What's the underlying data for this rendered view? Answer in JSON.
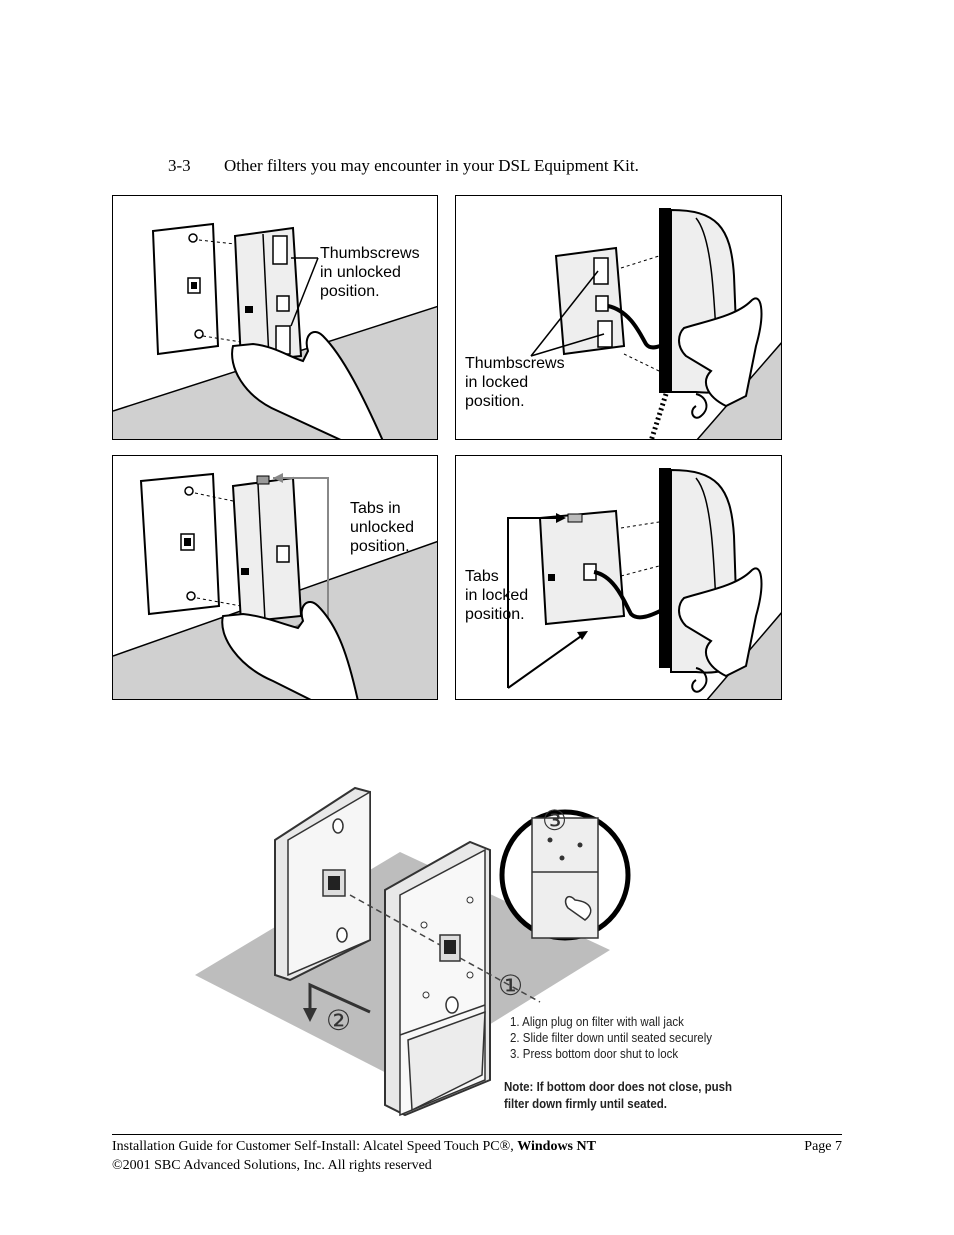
{
  "heading": {
    "number": "3-3",
    "text": "Other filters you may encounter in your DSL Equipment Kit."
  },
  "panels": [
    {
      "caption": "Thumbscrews\nin unlocked\nposition."
    },
    {
      "caption": "Thumbscrews\nin locked\nposition."
    },
    {
      "caption": "Tabs in\nunlocked\nposition."
    },
    {
      "caption": "Tabs\nin locked\nposition."
    }
  ],
  "bottom_figure": {
    "markers": [
      "①",
      "②",
      "③"
    ],
    "steps": [
      "1. Align plug on filter with wall jack",
      "2. Slide filter down until seated securely",
      "3. Press bottom door shut to lock"
    ],
    "note": "Note: If bottom door does not close, push\nfilter down firmly until seated."
  },
  "footer": {
    "line1_prefix": "Installation Guide for Customer Self-Install: Alcatel Speed Touch PC®, ",
    "line1_bold": "Windows NT",
    "page": "Page 7",
    "line2": "©2001 SBC Advanced Solutions, Inc.  All rights reserved"
  }
}
